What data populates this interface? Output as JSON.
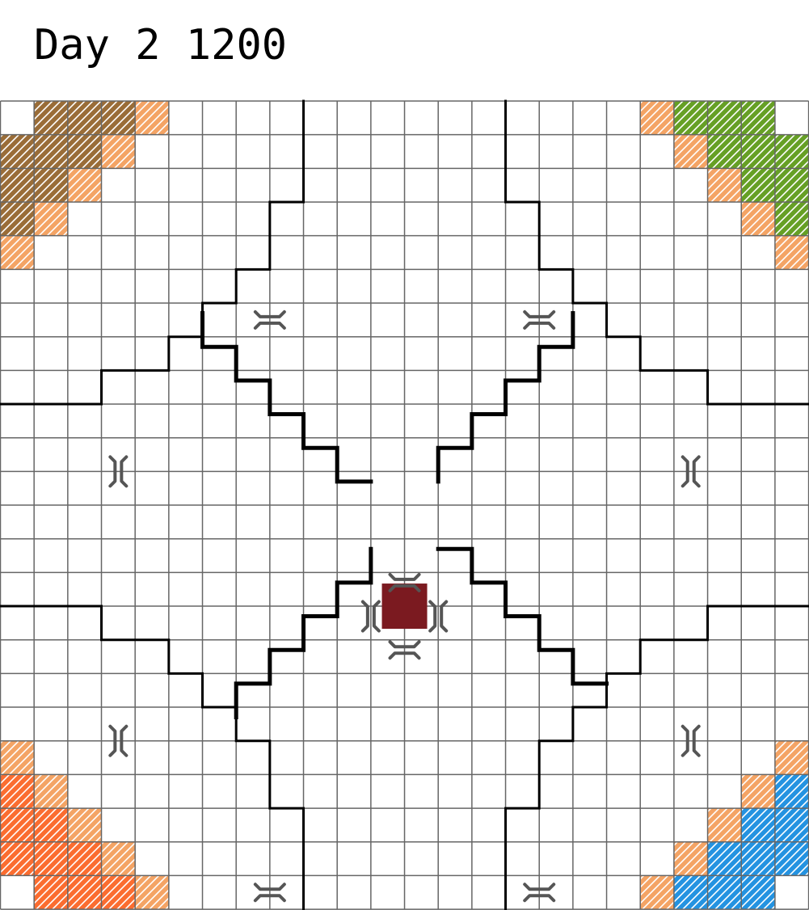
{
  "header": {
    "day_time": "Day 2 1200"
  },
  "board": {
    "cols": 24,
    "rows": 24,
    "colors": {
      "brown": "#9a6d38",
      "green": "#66a025",
      "orange": "#fb6d30",
      "blue": "#2493e1",
      "light": "#f4a465",
      "center": "#7b1a20",
      "grid": "#666666",
      "wall": "#000000",
      "gate": "#555555"
    },
    "territories": [
      {
        "player": "brown",
        "cells": [
          [
            1,
            0
          ],
          [
            2,
            0
          ],
          [
            3,
            0
          ],
          [
            0,
            1
          ],
          [
            1,
            1
          ],
          [
            2,
            1
          ],
          [
            0,
            2
          ],
          [
            1,
            2
          ],
          [
            0,
            3
          ]
        ]
      },
      {
        "player": "green",
        "cells": [
          [
            20,
            0
          ],
          [
            21,
            0
          ],
          [
            22,
            0
          ],
          [
            21,
            1
          ],
          [
            22,
            1
          ],
          [
            23,
            1
          ],
          [
            22,
            2
          ],
          [
            23,
            2
          ],
          [
            23,
            3
          ]
        ]
      },
      {
        "player": "orange",
        "cells": [
          [
            0,
            20
          ],
          [
            0,
            21
          ],
          [
            1,
            21
          ],
          [
            0,
            22
          ],
          [
            1,
            22
          ],
          [
            2,
            22
          ],
          [
            1,
            23
          ],
          [
            2,
            23
          ],
          [
            3,
            23
          ]
        ]
      },
      {
        "player": "blue",
        "cells": [
          [
            23,
            20
          ],
          [
            22,
            21
          ],
          [
            23,
            21
          ],
          [
            21,
            22
          ],
          [
            22,
            22
          ],
          [
            23,
            22
          ],
          [
            20,
            23
          ],
          [
            21,
            23
          ],
          [
            22,
            23
          ]
        ]
      }
    ],
    "borders": [
      [
        4,
        0
      ],
      [
        3,
        1
      ],
      [
        2,
        2
      ],
      [
        1,
        3
      ],
      [
        0,
        4
      ],
      [
        19,
        0
      ],
      [
        20,
        1
      ],
      [
        21,
        2
      ],
      [
        22,
        3
      ],
      [
        23,
        4
      ],
      [
        0,
        19
      ],
      [
        1,
        20
      ],
      [
        2,
        21
      ],
      [
        3,
        22
      ],
      [
        4,
        23
      ],
      [
        23,
        19
      ],
      [
        22,
        20
      ],
      [
        21,
        21
      ],
      [
        20,
        22
      ],
      [
        19,
        23
      ]
    ],
    "center_cell": [
      12,
      15
    ],
    "gates": [
      {
        "dir": "h",
        "at": [
          8,
          6.5
        ]
      },
      {
        "dir": "h",
        "at": [
          16,
          6.5
        ]
      },
      {
        "dir": "v",
        "at": [
          3.5,
          11
        ]
      },
      {
        "dir": "v",
        "at": [
          20.5,
          11
        ]
      },
      {
        "dir": "v",
        "at": [
          3.5,
          19
        ]
      },
      {
        "dir": "v",
        "at": [
          20.5,
          19
        ]
      },
      {
        "dir": "h",
        "at": [
          8,
          23.5
        ]
      },
      {
        "dir": "h",
        "at": [
          16,
          23.5
        ]
      },
      {
        "dir": "h",
        "at": [
          12,
          14.3
        ]
      },
      {
        "dir": "v",
        "at": [
          11,
          15.3
        ]
      },
      {
        "dir": "v",
        "at": [
          13,
          15.3
        ]
      },
      {
        "dir": "h",
        "at": [
          12,
          16.3
        ]
      }
    ],
    "walls_thin": [
      [
        [
          9,
          0
        ],
        [
          9,
          3
        ],
        [
          8,
          3
        ],
        [
          8,
          5
        ],
        [
          7,
          5
        ],
        [
          7,
          6
        ],
        [
          6,
          6
        ],
        [
          6,
          7
        ],
        [
          5,
          7
        ],
        [
          5,
          8
        ],
        [
          3,
          8
        ],
        [
          3,
          9
        ],
        [
          0,
          9
        ]
      ],
      [
        [
          15,
          0
        ],
        [
          15,
          3
        ],
        [
          16,
          3
        ],
        [
          16,
          5
        ],
        [
          17,
          5
        ],
        [
          17,
          6
        ],
        [
          18,
          6
        ],
        [
          18,
          7
        ],
        [
          19,
          7
        ],
        [
          19,
          8
        ],
        [
          21,
          8
        ],
        [
          21,
          9
        ],
        [
          24,
          9
        ]
      ],
      [
        [
          0,
          15
        ],
        [
          3,
          15
        ],
        [
          3,
          16
        ],
        [
          5,
          16
        ],
        [
          5,
          17
        ],
        [
          6,
          17
        ],
        [
          6,
          18
        ],
        [
          7,
          18
        ],
        [
          7,
          19
        ],
        [
          8,
          19
        ],
        [
          8,
          21
        ],
        [
          9,
          21
        ],
        [
          9,
          24
        ]
      ],
      [
        [
          24,
          15
        ],
        [
          21,
          15
        ],
        [
          21,
          16
        ],
        [
          19,
          16
        ],
        [
          19,
          17
        ],
        [
          18,
          17
        ],
        [
          18,
          18
        ],
        [
          17,
          18
        ],
        [
          17,
          19
        ],
        [
          16,
          19
        ],
        [
          16,
          21
        ],
        [
          15,
          21
        ],
        [
          15,
          24
        ]
      ]
    ],
    "walls_thick": [
      [
        [
          11,
          11.3
        ],
        [
          10,
          11.3
        ],
        [
          10,
          10.3
        ],
        [
          9,
          10.3
        ],
        [
          9,
          9.3
        ],
        [
          8,
          9.3
        ],
        [
          8,
          8.3
        ],
        [
          7,
          8.3
        ],
        [
          7,
          7.3
        ],
        [
          6,
          7.3
        ],
        [
          6,
          6.3
        ]
      ],
      [
        [
          13,
          11.3
        ],
        [
          13,
          10.3
        ],
        [
          14,
          10.3
        ],
        [
          14,
          9.3
        ],
        [
          15,
          9.3
        ],
        [
          15,
          8.3
        ],
        [
          16,
          8.3
        ],
        [
          16,
          7.3
        ],
        [
          17,
          7.3
        ],
        [
          17,
          6.3
        ]
      ],
      [
        [
          11,
          13.3
        ],
        [
          11,
          14.3
        ],
        [
          10,
          14.3
        ],
        [
          10,
          15.3
        ],
        [
          9,
          15.3
        ],
        [
          9,
          16.3
        ],
        [
          8,
          16.3
        ],
        [
          8,
          17.3
        ],
        [
          7,
          17.3
        ],
        [
          7,
          18.3
        ]
      ],
      [
        [
          13,
          13.3
        ],
        [
          14,
          13.3
        ],
        [
          14,
          14.3
        ],
        [
          15,
          14.3
        ],
        [
          15,
          15.3
        ],
        [
          16,
          15.3
        ],
        [
          16,
          16.3
        ],
        [
          17,
          16.3
        ],
        [
          17,
          17.3
        ],
        [
          18,
          17.3
        ]
      ]
    ]
  }
}
